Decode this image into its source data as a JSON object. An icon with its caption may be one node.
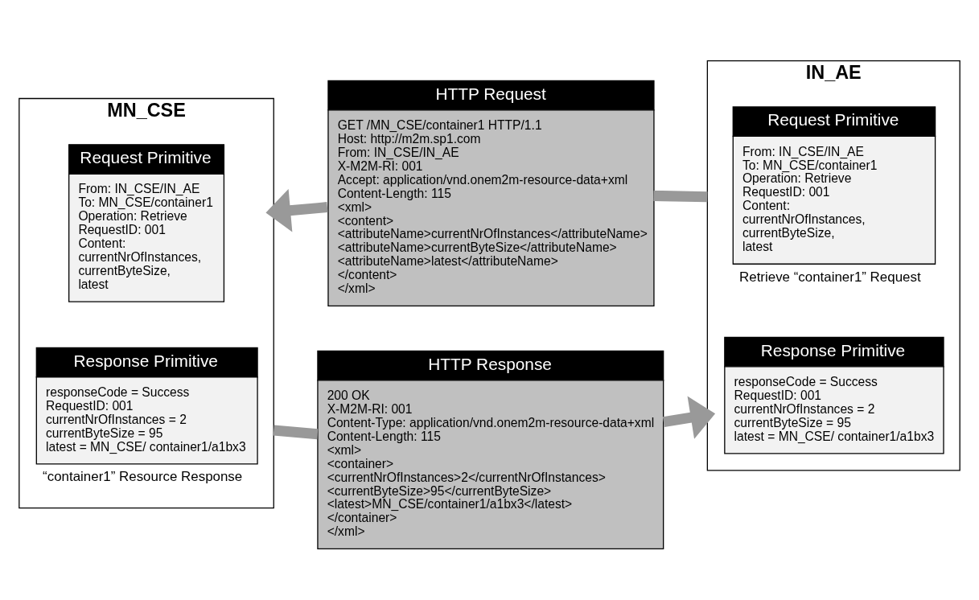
{
  "diagram": {
    "nodes": [
      {
        "text": [
          "MN_CSE"
        ]
      },
      {
        "text": [
          "Request Primitive",
          "From: IN_CSE/IN_AE",
          "To: MN_CSE/container1",
          "Operation: Retrieve",
          "RequestID: 001",
          "Content:",
          "currentNrOfInstances,",
          "currentByteSize,",
          "latest"
        ],
        "in": 0
      },
      {
        "text": [
          "Response Primitive",
          "responseCode = Success",
          "RequestID: 001",
          "currentNrOfInstances = 2",
          "currentByteSize = 95",
          "latest = MN_CSE/ container1/a1bx3"
        ],
        "in": 0,
        "beside": [
          "“container1” Resource Response"
        ]
      },
      {
        "text": [
          "HTTP Request",
          "GET /MN_CSE/container1 HTTP/1.1",
          "Host: http://m2m.sp1.com",
          "From: IN_CSE/IN_AE",
          "X-M2M-RI: 001",
          "Accept: application/vnd.onem2m-resource-data+xml",
          "Content-Length: 115",
          "<xml>",
          "<content>",
          "<attributeName>currentNrOfInstances</attributeName>",
          "<attributeName>currentByteSize</attributeName>",
          "<attributeName>latest</attributeName>",
          "</content>",
          "</xml>"
        ]
      },
      {
        "text": [
          "HTTP Response",
          "200 OK",
          "X-M2M-RI: 001",
          "Content-Type: application/vnd.onem2m-resource-data+xml",
          "Content-Length: 115",
          "<xml>",
          "<container>",
          "<currentNrOfInstances>2</currentNrOfInstances>",
          "<currentByteSize>95</currentByteSize>",
          "<latest>MN_CSE/container1/a1bx3</latest>",
          "</container>",
          "</xml>"
        ]
      },
      {
        "text": [
          "IN_AE"
        ]
      },
      {
        "text": [
          "Request Primitive",
          "From: IN_CSE/IN_AE",
          "To: MN_CSE/container1",
          "Operation: Retrieve",
          "RequestID: 001",
          "Content:",
          "currentNrOfInstances,",
          "currentByteSize,",
          "latest"
        ],
        "in": 5,
        "beside": [
          "Retrieve “container1” Request"
        ]
      },
      {
        "text": [
          "Response Primitive",
          "responseCode = Success",
          "RequestID: 001",
          "currentNrOfInstances = 2",
          "currentByteSize = 95",
          "latest = MN_CSE/ container1/a1bx3"
        ],
        "in": 5
      }
    ],
    "edges": [
      {
        "from": 5,
        "to": 3,
        "arrow": "none"
      },
      {
        "from": 3,
        "to": 0,
        "arrow": "to"
      },
      {
        "from": 0,
        "to": 4,
        "arrow": "none"
      },
      {
        "from": 4,
        "to": 5,
        "arrow": "to"
      }
    ]
  }
}
